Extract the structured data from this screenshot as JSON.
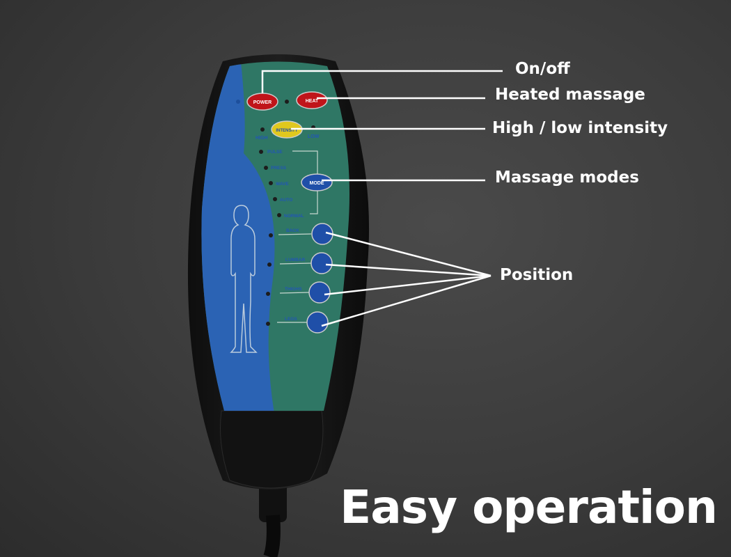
{
  "headline": "Easy operation",
  "callouts": {
    "power": "On/off",
    "heat": "Heated massage",
    "intensity": "High / low intensity",
    "mode": "Massage modes",
    "position": "Position"
  },
  "remote": {
    "buttons": {
      "power": "POWER",
      "heat": "HEAT",
      "intensity": "INTENSITY",
      "mode": "MODE"
    },
    "intensity_labels": {
      "high": "HIGH",
      "low": "LOW"
    },
    "modes": [
      "PULSE",
      "PRESS",
      "WAVE",
      "AUTO",
      "NORMAL"
    ],
    "positions": [
      "BACK",
      "LUMBAR",
      "THIGHS",
      "LEGS"
    ]
  },
  "colors": {
    "panel_green": "#2f7765",
    "panel_blue": "#2b63b4",
    "button_red": "#c0141a",
    "button_yellow": "#e0c81e",
    "button_blue": "#1f4fa8"
  }
}
